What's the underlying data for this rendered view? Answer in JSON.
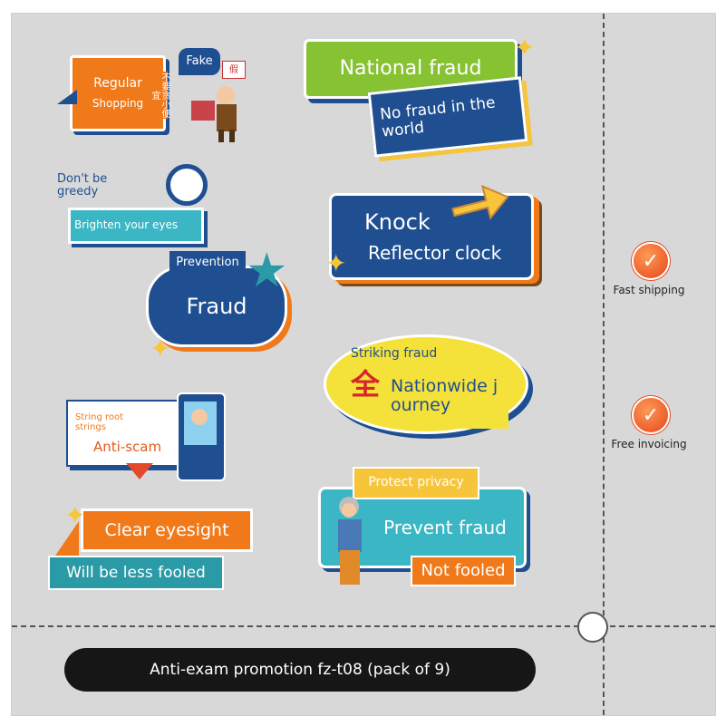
{
  "stickers": {
    "regular_shopping": {
      "line1": "Regular",
      "line2": "Shopping",
      "tag": "Fake",
      "cn_vertical": "不要贪小便宜",
      "cn_sign": "假"
    },
    "national_fraud": {
      "title": "National fraud",
      "subtitle": "No fraud in the world"
    },
    "dont_be_greedy": {
      "title": "Don't be greedy",
      "subtitle": "Brighten your eyes"
    },
    "knock": {
      "title": "Knock",
      "subtitle": "Reflector clock"
    },
    "prevention_fraud": {
      "tag": "Prevention",
      "title": "Fraud"
    },
    "striking_fraud": {
      "tag": "Striking fraud",
      "cn_char": "全",
      "title": "Nationwide journey"
    },
    "anti_scam": {
      "small": "String root strings",
      "title": "Anti-scam"
    },
    "protect_privacy": {
      "tag": "Protect privacy",
      "title": "Prevent fraud",
      "bottom": "Not fooled"
    },
    "clear_eyesight": {
      "title": "Clear eyesight",
      "subtitle": "Will be less fooled"
    }
  },
  "side": {
    "fast_shipping": "Fast shipping",
    "free_invoicing": "Free invoicing",
    "check_symbol": "✓"
  },
  "footer": {
    "label": "Anti-exam promotion fz-t08 (pack of 9)"
  },
  "colors": {
    "orange": "#f07a1a",
    "green": "#86c232",
    "blue": "#1f4f91",
    "teal": "#3bb6c4",
    "yellow": "#f4e13a",
    "gold": "#f6c53a"
  }
}
